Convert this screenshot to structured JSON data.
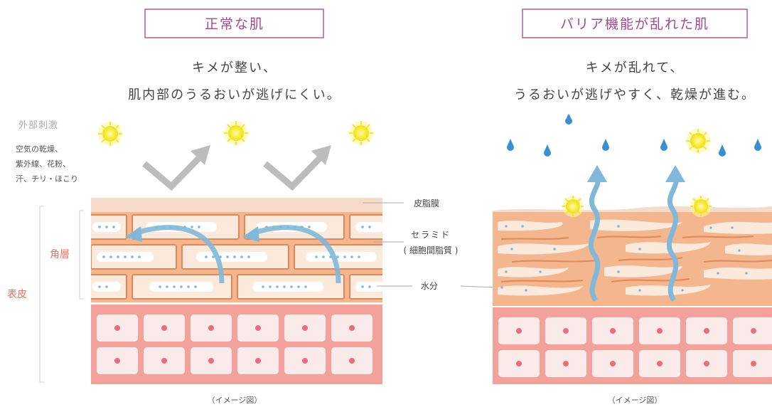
{
  "left_panel": {
    "title": "正常な肌",
    "caption_line1": "キメが整い、",
    "caption_line2": "肌内部のうるおいが逃げにくい。",
    "footer": "（イメージ図）"
  },
  "right_panel": {
    "title": "バリア機能が乱れた肌",
    "caption_line1": "キメが乱れて、",
    "caption_line2": "うるおいが逃げやすく、乾燥が進む。",
    "footer": "（イメージ図）"
  },
  "external_stimuli": {
    "heading": "外部刺激",
    "line1": "空気の乾燥、",
    "line2": "紫外線、花粉、",
    "line3": "汗、チリ・ほこり"
  },
  "side_labels": {
    "stratum_corneum": "角層",
    "epidermis": "表皮"
  },
  "legend": {
    "sebum_film": "皮脂膜",
    "ceramide_line1": "セラミド",
    "ceramide_line2": "( 細胞間脂質 )",
    "moisture": "水分"
  },
  "colors": {
    "title_border": "#b05b9e",
    "title_text": "#a4498f",
    "side_label": "#e8735c",
    "sebum": "#f6dcc8",
    "brick_border": "#e0885a",
    "brick_fill": "#fbe9dc",
    "cell_bg": "#f2a29a",
    "cell_fill": "#fbeaea",
    "nucleus": "#ea6d7a",
    "arrow": "#7fb8d8",
    "check": "#bcbcbc",
    "sun": "#f7e93c",
    "drop": "#3a8fd1"
  }
}
